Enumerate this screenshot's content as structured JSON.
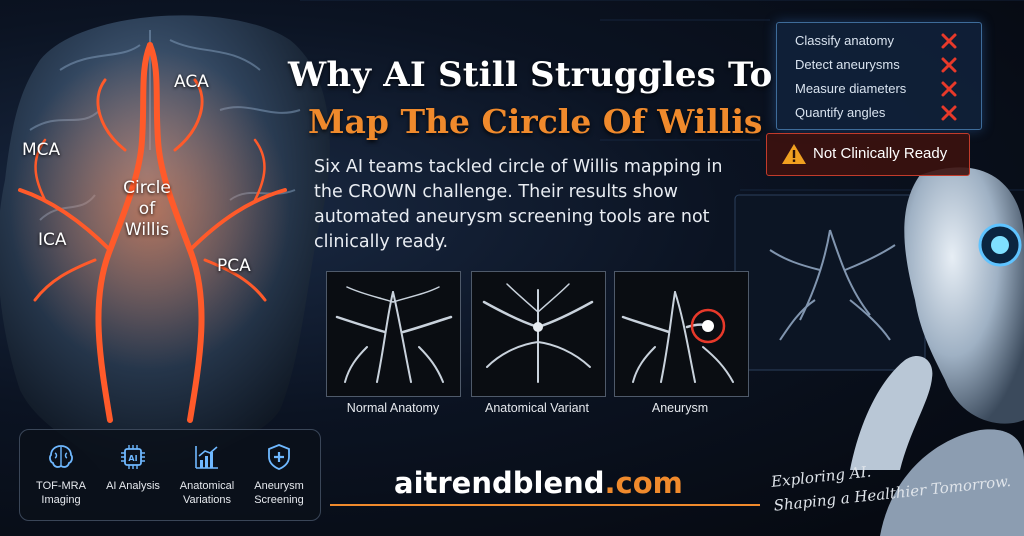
{
  "title_line1": "Why AI Still Struggles To",
  "title_line2": "Map The Circle Of Willis",
  "description": "Six AI teams tackled circle of Willis mapping in the CROWN challenge. Their results show automated aneurysm screening tools are not clinically ready.",
  "brain_labels": {
    "aca": "ACA",
    "mca": "MCA",
    "ica": "ICA",
    "pca": "PCA",
    "center": [
      "Circle",
      "of",
      "Willis"
    ]
  },
  "panels": [
    {
      "caption": "Normal Anatomy"
    },
    {
      "caption": "Anatomical Variant"
    },
    {
      "caption": "Aneurysm"
    }
  ],
  "checklist": {
    "items": [
      {
        "label": "Classify anatomy",
        "icon": "x-icon"
      },
      {
        "label": "Detect aneurysms",
        "icon": "x-icon"
      },
      {
        "label": "Measure diameters",
        "icon": "x-icon"
      },
      {
        "label": "Quantify angles",
        "icon": "x-icon"
      }
    ],
    "x_color": "#e8392a"
  },
  "status": {
    "label": "Not Clinically Ready",
    "icon": "warning-icon",
    "color": "#f0a020"
  },
  "features": [
    {
      "label": "TOF-MRA Imaging",
      "icon": "brain-icon"
    },
    {
      "label": "AI Analysis",
      "icon": "ai-chip-icon"
    },
    {
      "label": "Anatomical Variations",
      "icon": "chart-icon"
    },
    {
      "label": "Aneurysm Screening",
      "icon": "shield-plus-icon"
    }
  ],
  "website": {
    "main": "aitrendblend",
    "tld": ".com"
  },
  "tagline": [
    "Exploring AI.",
    "Shaping a Healthier Tomorrow."
  ],
  "colors": {
    "accent_orange": "#f08a2c",
    "vessel_red": "#ff5a2a",
    "hud_blue": "#3e6c9a"
  }
}
